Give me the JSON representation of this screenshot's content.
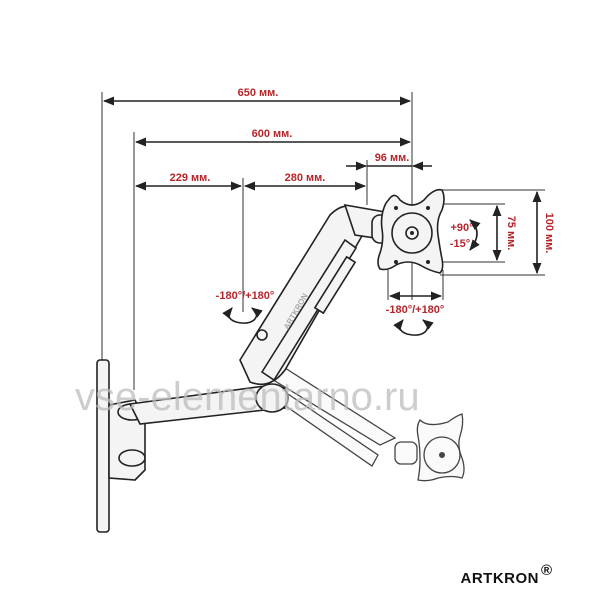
{
  "dimensions": {
    "total_reach": "650 мм.",
    "arm_reach": "600 мм.",
    "lower_arm": "229 мм.",
    "upper_arm": "280 мм.",
    "head_offset": "96 мм.",
    "vesa_small": "75 мм.",
    "vesa_large": "100 мм."
  },
  "rotations": {
    "arm_swivel": "-180°/+180°",
    "head_swivel": "-180°/+180°",
    "tilt_up": "+90°",
    "tilt_down": "-15°"
  },
  "arm_label": "ARTKRON",
  "watermark": "vse-elementarno.ru",
  "brand": {
    "name": "ARTKRON",
    "mark": "®"
  },
  "colors": {
    "dimension_text": "#b5262b",
    "lines": "#222222"
  }
}
